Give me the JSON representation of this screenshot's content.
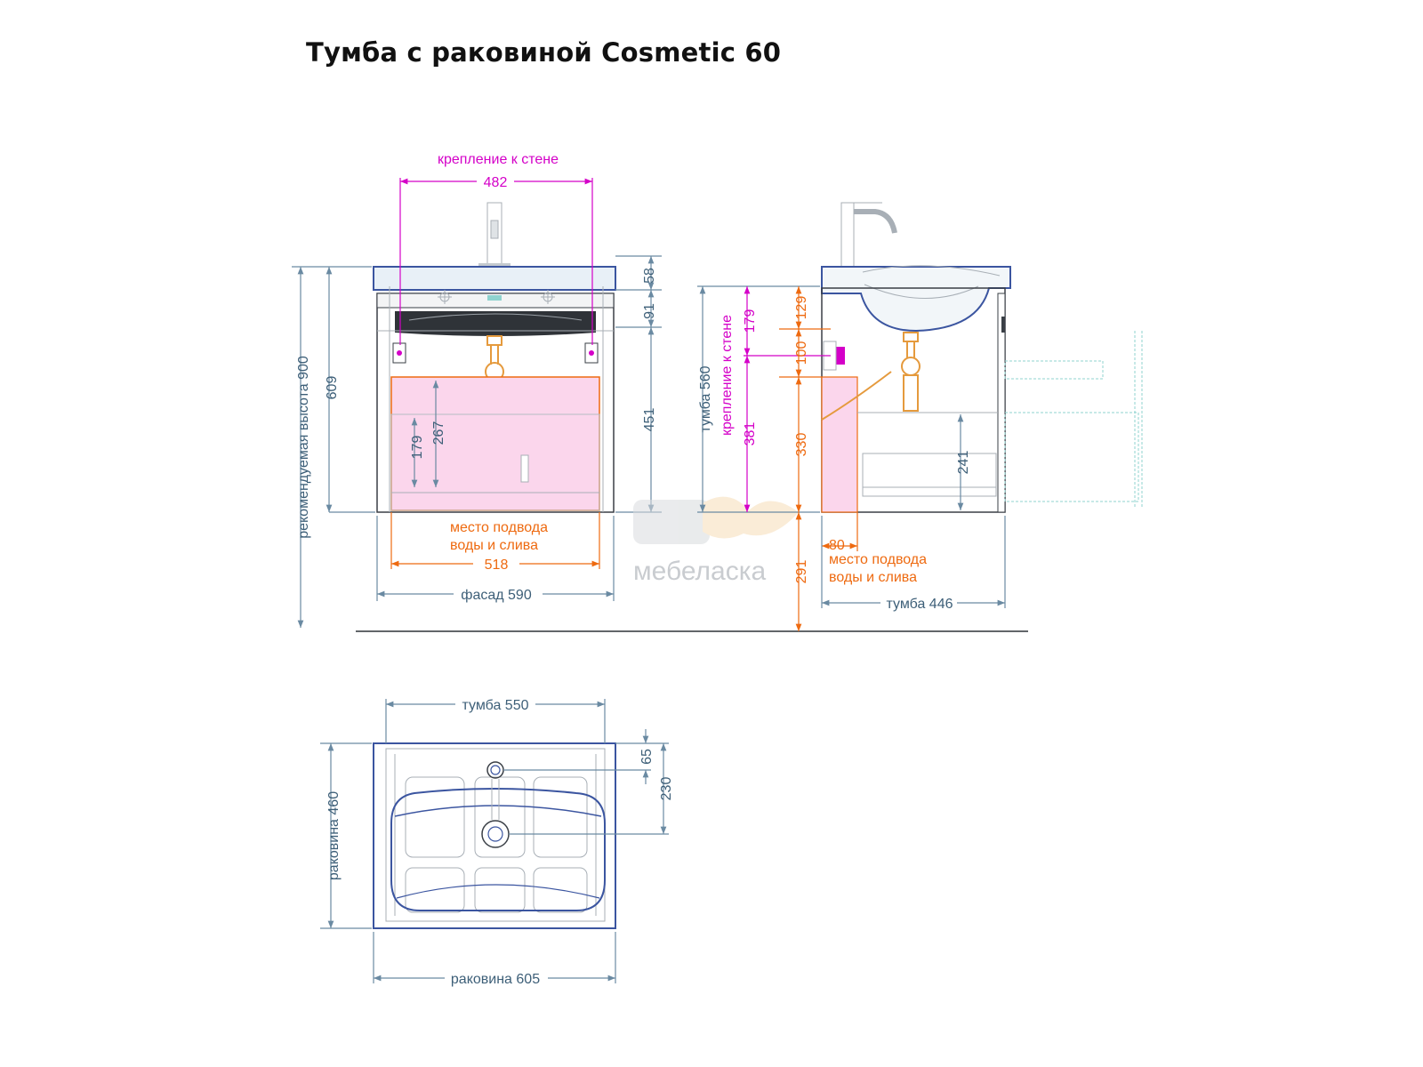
{
  "title": "Тумба с раковиной Cosmetic 60",
  "watermark": "мебеласка",
  "front_view": {
    "wall_mount_label": "крепление к стене",
    "wall_mount_width": "482",
    "recommended_height": "рекомендуемая высота 900",
    "total_height": "609",
    "sink_thickness": "58",
    "top_gap": "91",
    "body_height": "451",
    "inner_height_1": "179",
    "inner_height_2": "267",
    "utility_label_1": "место подвода",
    "utility_label_2": "воды и слива",
    "utility_width": "518",
    "facade_width": "фасад 590"
  },
  "side_view": {
    "cabinet_height": "тумба 560",
    "wall_mount_label": "крепление к стене",
    "mount_179": "179",
    "mount_381": "381",
    "dim_129": "129",
    "dim_100": "100",
    "dim_330": "330",
    "floor_gap": "291",
    "drawer_height": "241",
    "utility_offset": "80",
    "utility_label_1": "место подвода",
    "utility_label_2": "воды и слива",
    "cabinet_depth": "тумба 446"
  },
  "top_view": {
    "cabinet_width": "тумба 550",
    "sink_depth": "раковина 460",
    "tap_offset": "65",
    "drain_offset": "230",
    "sink_width": "раковина 605"
  },
  "colors": {
    "dimension": "#3d5f78",
    "wall_mount": "#d400c8",
    "utility": "#ee6a10",
    "utility_zone": "#fbd6ec",
    "sink_outline": "#3b55a0"
  }
}
